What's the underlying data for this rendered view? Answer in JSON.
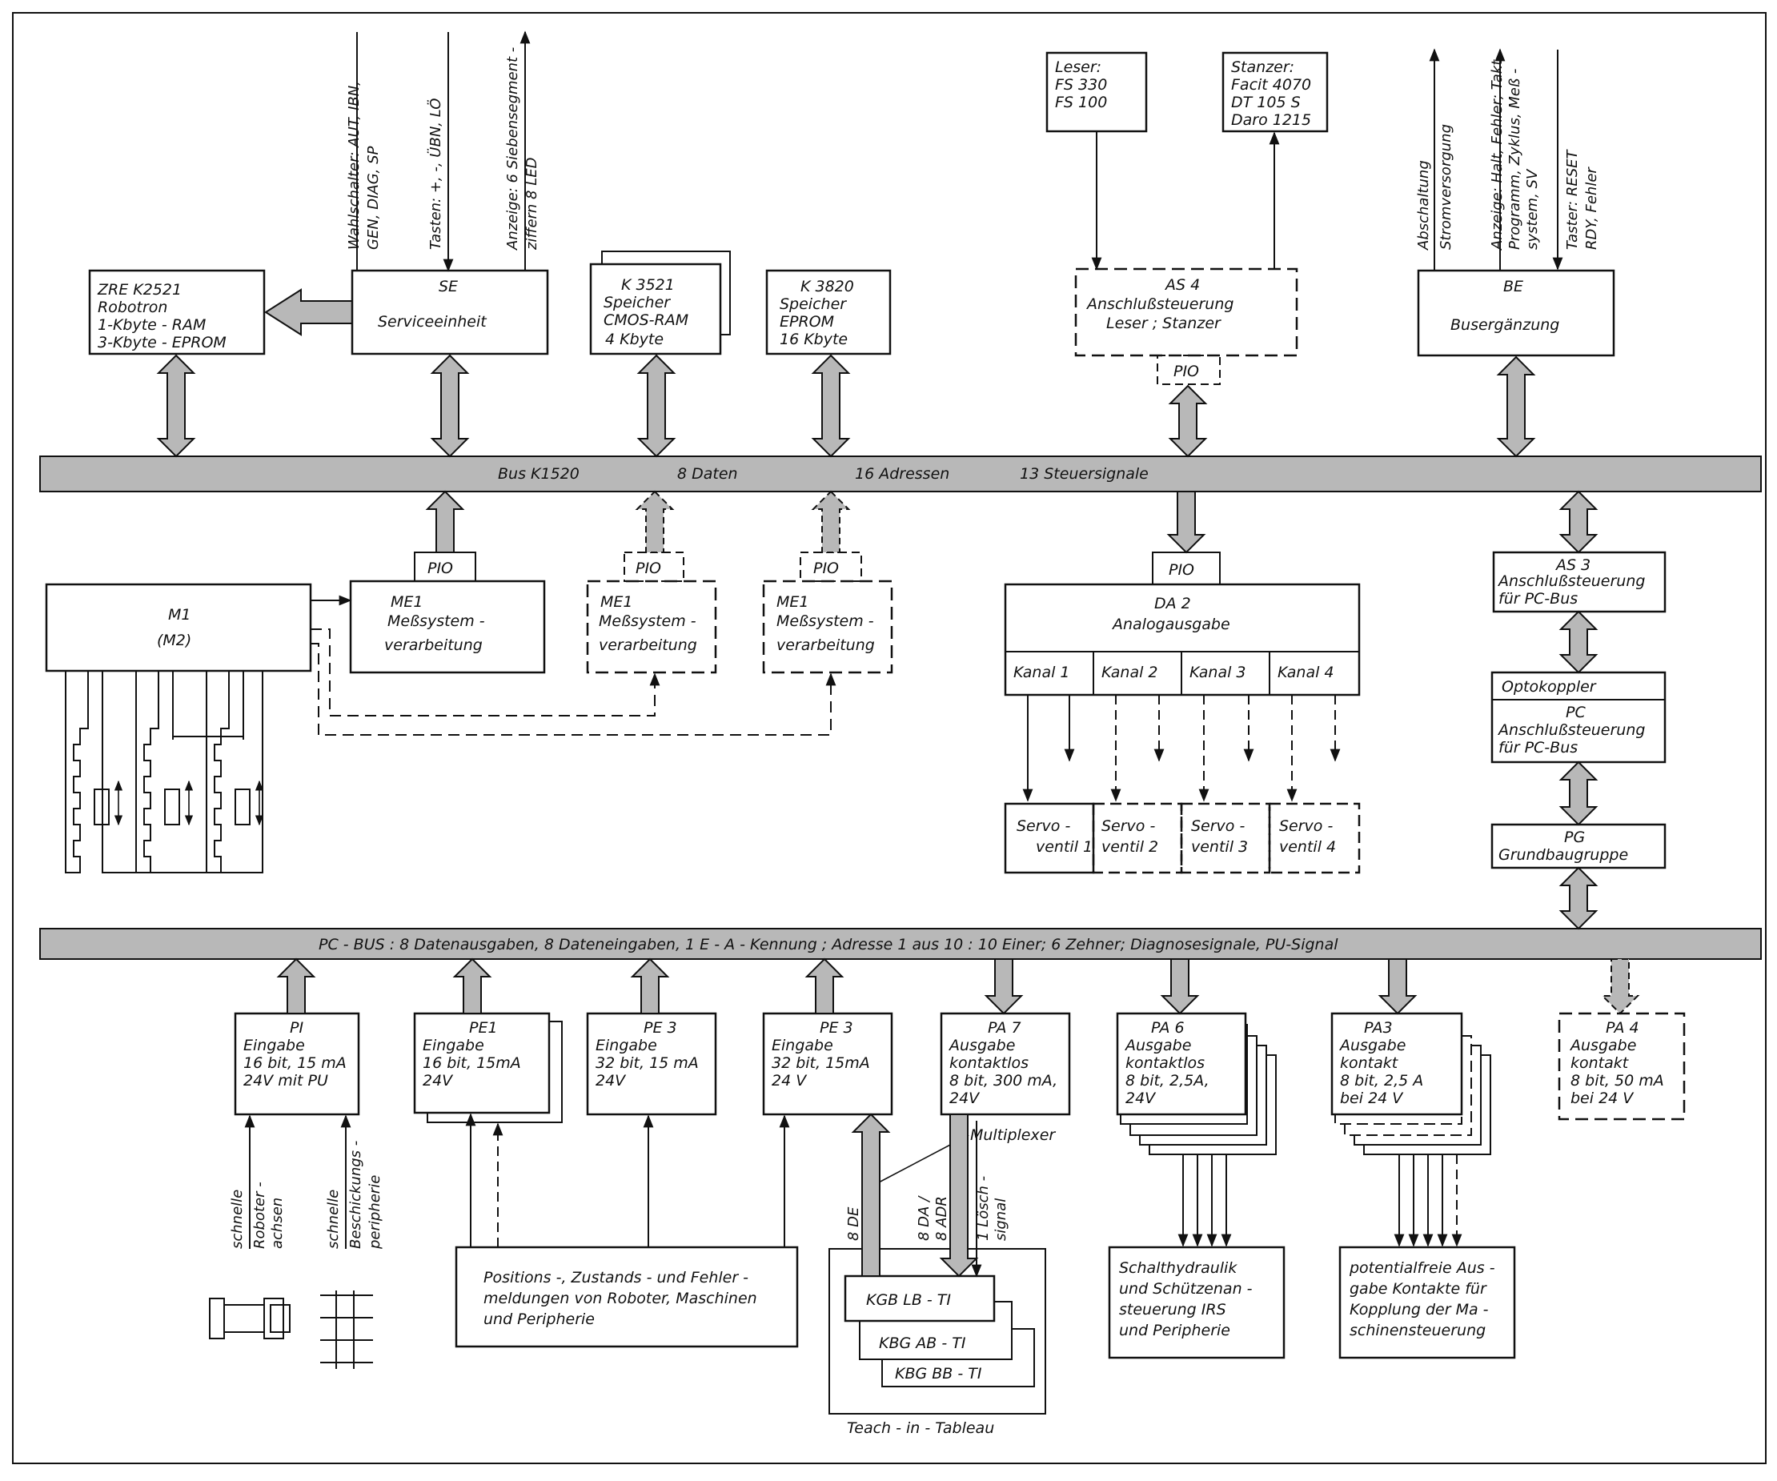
{
  "bus1": {
    "label": "Bus K1520",
    "data": "8 Daten",
    "addr": "16 Adressen",
    "ctrl": "13 Steuersignale"
  },
  "bus2": {
    "label": "PC - BUS : 8 Datenausgaben, 8 Dateneingaben, 1 E - A - Kennung ; Adresse 1 aus 10 : 10 Einer; 6 Zehner; Diagnosesignale, PU-Signal"
  },
  "zre": [
    "ZRE K2521",
    "Robotron",
    "1-Kbyte - RAM",
    "3-Kbyte - EPROM"
  ],
  "se": {
    "title": "SE",
    "sub": "Serviceeinheit"
  },
  "se_inputs": {
    "wahl": [
      "Wahlschalter: AUT, IBN,",
      "GEN, DIAG, SP"
    ],
    "tasten": [
      "Tasten: +, -, ÜBN, LÖ"
    ],
    "anzeige": [
      "Anzeige: 6 Siebensegment -",
      "ziffern  8 LED"
    ]
  },
  "k3521": [
    "K 3521",
    "Speicher",
    "CMOS-RAM",
    "4  Kbyte"
  ],
  "k3820": [
    "K 3820",
    "Speicher",
    "EPROM",
    "16  Kbyte"
  ],
  "leser": [
    "Leser:",
    "FS 330",
    "FS 100"
  ],
  "stanzer": [
    "Stanzer:",
    "Facit 4070",
    "DT 105 S",
    "Daro 1215"
  ],
  "as4": [
    "AS 4",
    "Anschlußsteuerung",
    "Leser ; Stanzer"
  ],
  "pio": "PIO",
  "be": {
    "title": "BE",
    "sub": "Busergänzung"
  },
  "be_inputs": {
    "abschaltung": "Abschaltung",
    "strom": "Stromversorgung",
    "anzeige": [
      "Anzeige: Halt, Fehler; Takt",
      "Programm, Zyklus, Meß -",
      "system, SV"
    ],
    "taster": [
      "Taster: RESET",
      "RDY, Fehler"
    ]
  },
  "m1": [
    "M1",
    "(M2)"
  ],
  "me1": [
    "ME1",
    "Meßsystem -",
    "verarbeitung"
  ],
  "da2": [
    "DA 2",
    "Analogausgabe"
  ],
  "kanal": [
    "Kanal 1",
    "Kanal 2",
    "Kanal 3",
    "Kanal 4"
  ],
  "servo": [
    [
      "Servo -",
      "ventil 1"
    ],
    [
      "Servo -",
      "ventil 2"
    ],
    [
      "Servo -",
      "ventil 3"
    ],
    [
      "Servo -",
      "ventil 4"
    ]
  ],
  "as3": [
    "AS 3",
    "Anschlußsteuerung",
    "für PC-Bus"
  ],
  "opto": "Optokoppler",
  "pc": [
    "PC",
    "Anschlußsteuerung",
    "für PC-Bus"
  ],
  "pg": [
    "PG",
    "Grundbaugruppe"
  ],
  "pi": [
    "PI",
    "Eingabe",
    "16 bit, 15 mA",
    "24V mit PU"
  ],
  "pe1": [
    "PE1",
    "Eingabe",
    "16 bit, 15mA",
    "24V"
  ],
  "pe3a": [
    "PE 3",
    "Eingabe",
    "32 bit, 15 mA",
    "24V"
  ],
  "pe3b": [
    "PE 3",
    "Eingabe",
    "32 bit, 15mA",
    "24 V"
  ],
  "pa7": [
    "PA 7",
    "Ausgabe",
    "kontaktlos",
    "8 bit, 300 mA,",
    "24V"
  ],
  "pa6": [
    "PA 6",
    "Ausgabe",
    "kontaktlos",
    "8 bit, 2,5A,",
    "24V"
  ],
  "pa3": [
    "PA3",
    "Ausgabe",
    "kontakt",
    "8 bit, 2,5 A",
    "bei 24 V"
  ],
  "pa4": [
    "PA 4",
    "Ausgabe",
    "kontakt",
    "8 bit, 50 mA",
    "bei 24 V"
  ],
  "pi_inputs": {
    "a": [
      "schnelle",
      "Roboter -",
      "achsen"
    ],
    "b": [
      "schnelle",
      "Beschickungs -",
      "peripherie"
    ]
  },
  "positions": [
    "Positions -, Zustands - und  Fehler -",
    "meldungen von Roboter, Maschinen",
    "und  Peripherie"
  ],
  "multiplexer": "Multiplexer",
  "tt_labels": {
    "de": "8 DE",
    "da": [
      "8 DA /",
      "8 ADR"
    ],
    "loesch": [
      "1 Lösch -",
      "signal"
    ]
  },
  "kgb": [
    "KGB  LB - TI",
    "KBG  AB - TI",
    "KBG  BB - TI"
  ],
  "teach": "Teach - in - Tableau",
  "schalt": [
    "Schalthydraulik",
    "und Schützenan -",
    "steuerung IRS",
    "und Peripherie"
  ],
  "potential": [
    "potentialfreie Aus -",
    "gabe Kontakte für",
    "Kopplung der Ma -",
    "schinensteuerung"
  ]
}
